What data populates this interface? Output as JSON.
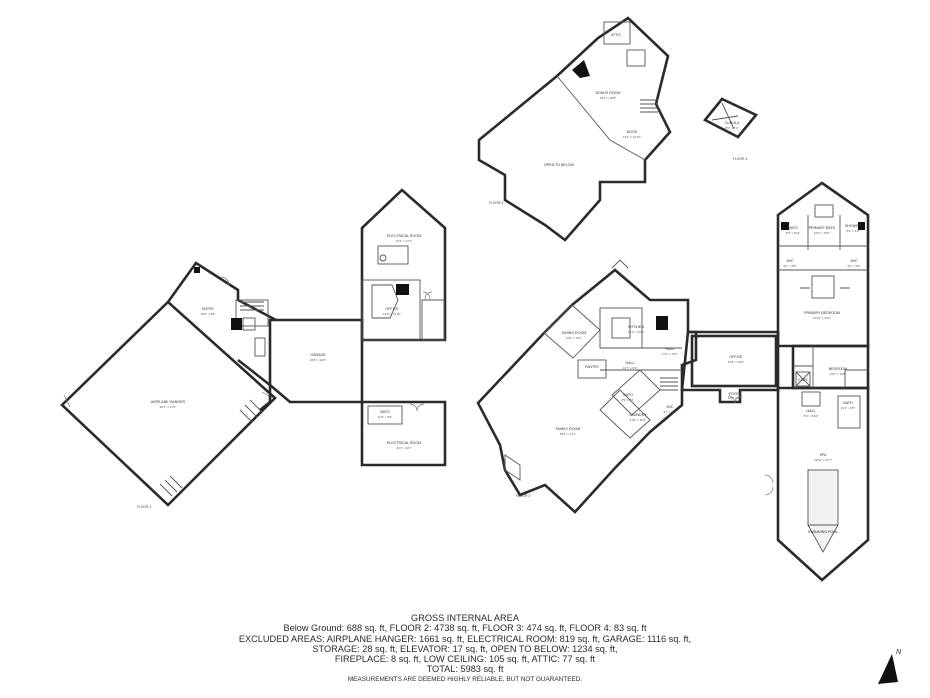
{
  "summary": {
    "heading": "GROSS INTERNAL AREA",
    "line1": "Below Ground: 688 sq. ft, FLOOR 2: 4738 sq. ft, FLOOR 3: 474 sq. ft, FLOOR 4: 83 sq. ft",
    "line2": "EXCLUDED AREAS: AIRPLANE HANGER: 1661 sq. ft, ELECTRICAL ROOM: 819 sq. ft, GARAGE: 1116 sq. ft,",
    "line3": "STORAGE: 28 sq. ft, ELEVATOR: 17 sq. ft, OPEN TO BELOW: 1234 sq. ft,",
    "line4": "FIREPLACE: 8 sq. ft, LOW CEILING: 105 sq. ft, ATTIC: 77 sq. ft",
    "line5": "TOTAL: 5983 sq. ft",
    "note": "MEASUREMENTS ARE DEEMED HIGHLY RELIABLE, BUT NOT GUARANTEED."
  },
  "compass": {
    "label": "N"
  },
  "floors": {
    "floor1": "FLOOR 1",
    "floor2": "FLOOR 2",
    "floor3": "FLOOR 3",
    "floor4": "FLOOR 4"
  },
  "rooms": {
    "hangar": {
      "name": "AIRPLANE HANGER",
      "dim": "62'3\" x 47'0\""
    },
    "entry": {
      "name": "ENTRY",
      "dim": "10'0\" x 9'8\""
    },
    "garage": {
      "name": "GARAGE",
      "dim": "34'6\" x 32'0\""
    },
    "electrical_upper": {
      "name": "ELECTRICAL ROOM",
      "dim": "22'1\" x 27'1\""
    },
    "office_west": {
      "name": "OFFICE",
      "dim": "15'0\" x 11'10\""
    },
    "bath_west": {
      "name": "BATH",
      "dim": "11'6\" x 6'6\""
    },
    "electrical_lower": {
      "name": "ELECTRICAL ROOM",
      "dim": "22'1\" x 9'0\""
    },
    "bonus": {
      "name": "BONUS ROOM",
      "dim": "19'7\" x 18'8\""
    },
    "nook": {
      "name": "NOOK",
      "dim": "13'1\" x 12'10\""
    },
    "attic": {
      "name": "ATTIC",
      "dim": ""
    },
    "open_below": {
      "name": "OPEN TO BELOW",
      "dim": ""
    },
    "cupola": {
      "name": "CUPOLA",
      "dim": "8'2\" x 7'3\""
    },
    "dining": {
      "name": "DINING ROOM",
      "dim": "16'4\" x 15'1\""
    },
    "kitchen": {
      "name": "KITCHEN",
      "dim": "15'1\" x 12'0\""
    },
    "pantry": {
      "name": "PANTRY",
      "dim": ""
    },
    "hall_center": {
      "name": "HALL",
      "dim": "13'7\" x 5'2\""
    },
    "hall_east": {
      "name": "HALL",
      "dim": "17'2\" x 10'7\""
    },
    "bath_center": {
      "name": "BATH",
      "dim": "8'9\" x 8'1\""
    },
    "laundry": {
      "name": "LAUNDRY",
      "dim": "11'8\" x 10'1\""
    },
    "walk_in": {
      "name": "WIC",
      "dim": "9'7\" x 5'0\""
    },
    "family": {
      "name": "FAMILY ROOM",
      "dim": "25'8\" x 21'1\""
    },
    "office_east": {
      "name": "OFFICE",
      "dim": "21'8\" x 15'0\""
    },
    "foyer": {
      "name": "FOYER",
      "dim": "14'0\" x 6'3\""
    },
    "primary_bath": {
      "name": "PRIMARY BATH",
      "dim": "16'0\" x 10'0\""
    },
    "bath_nw": {
      "name": "BATH",
      "dim": "8'2\" x 5'11\""
    },
    "shower": {
      "name": "SHOWER",
      "dim": "5'0\" x 4'6\""
    },
    "wic_a": {
      "name": "WIC",
      "dim": "9'7\" x 5'6\""
    },
    "wic_b": {
      "name": "WIC",
      "dim": "8'1\" x 5'0\""
    },
    "primary_bedroom": {
      "name": "PRIMARY BEDROOM",
      "dim": "22'11\" x 16'9\""
    },
    "bedroom": {
      "name": "BEDROOM",
      "dim": "16'0\" x 12'5\""
    },
    "bath_east": {
      "name": "BATH",
      "dim": "10'1\" x 5'8\""
    },
    "hall_se": {
      "name": "HALL",
      "dim": "8'4\" x 6'10\""
    },
    "spa": {
      "name": "SPA",
      "dim": "22'11\" x 47'7\""
    },
    "pool": {
      "name": "SWIMMING POOL",
      "dim": ""
    },
    "elevator": {
      "name": "ELEV",
      "dim": ""
    }
  }
}
